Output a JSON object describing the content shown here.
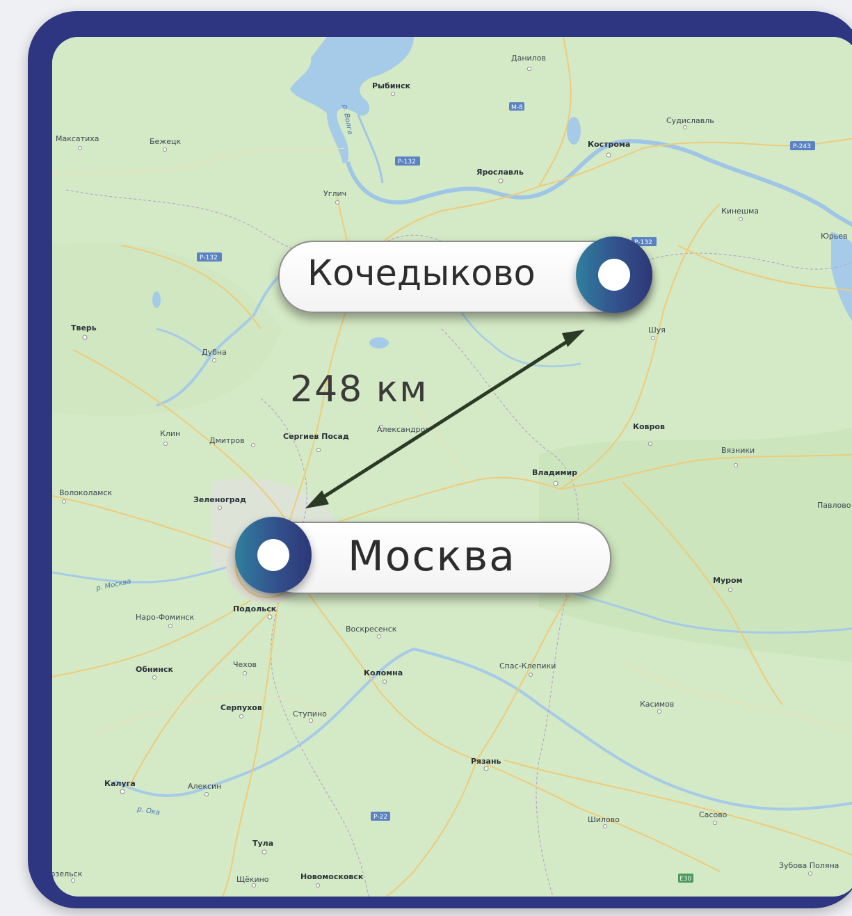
{
  "route": {
    "origin": "Кочедыково",
    "destination": "Москва",
    "distance": "248 км"
  },
  "map": {
    "cities": [
      {
        "name": "Данилов",
        "bold": false
      },
      {
        "name": "Рыбинск",
        "bold": true
      },
      {
        "name": "Максатиха",
        "bold": false
      },
      {
        "name": "Бежецк",
        "bold": false
      },
      {
        "name": "Судиславль",
        "bold": false
      },
      {
        "name": "Кострома",
        "bold": true
      },
      {
        "name": "Ярославль",
        "bold": true
      },
      {
        "name": "Углич",
        "bold": false
      },
      {
        "name": "Кинешма",
        "bold": false
      },
      {
        "name": "Юрьев",
        "bold": false
      },
      {
        "name": "Тверь",
        "bold": true
      },
      {
        "name": "Дубна",
        "bold": false
      },
      {
        "name": "Шуя",
        "bold": false
      },
      {
        "name": "Клин",
        "bold": false
      },
      {
        "name": "Дмитров",
        "bold": false
      },
      {
        "name": "Сергиев Посад",
        "bold": true
      },
      {
        "name": "Александров",
        "bold": false
      },
      {
        "name": "Ковров",
        "bold": true
      },
      {
        "name": "Вязники",
        "bold": false
      },
      {
        "name": "Владимир",
        "bold": true
      },
      {
        "name": "Волоколамск",
        "bold": false
      },
      {
        "name": "Зеленоград",
        "bold": true
      },
      {
        "name": "Павлово",
        "bold": false
      },
      {
        "name": "Муром",
        "bold": true
      },
      {
        "name": "Подольск",
        "bold": true
      },
      {
        "name": "Наро-Фоминск",
        "bold": false
      },
      {
        "name": "Воскресенск",
        "bold": false
      },
      {
        "name": "Обнинск",
        "bold": true
      },
      {
        "name": "Чехов",
        "bold": false
      },
      {
        "name": "Коломна",
        "bold": true
      },
      {
        "name": "Спас-Клепики",
        "bold": false
      },
      {
        "name": "Серпухов",
        "bold": true
      },
      {
        "name": "Ступино",
        "bold": false
      },
      {
        "name": "Касимов",
        "bold": false
      },
      {
        "name": "Рязань",
        "bold": true
      },
      {
        "name": "Калуга",
        "bold": true
      },
      {
        "name": "Алексин",
        "bold": false
      },
      {
        "name": "Шилово",
        "bold": false
      },
      {
        "name": "Сасово",
        "bold": false
      },
      {
        "name": "Тула",
        "bold": true
      },
      {
        "name": "Зубова Поляна",
        "bold": false
      },
      {
        "name": "Козельск",
        "bold": false
      },
      {
        "name": "Щёкино",
        "bold": false
      },
      {
        "name": "Новомосковск",
        "bold": true
      }
    ],
    "rivers": [
      "р. Волга",
      "р. Москва",
      "р. Ока"
    ],
    "road_shields": [
      "М-8",
      "Р-132",
      "Р-132",
      "Р-243",
      "Р-132",
      "Р-22",
      "E30"
    ]
  }
}
